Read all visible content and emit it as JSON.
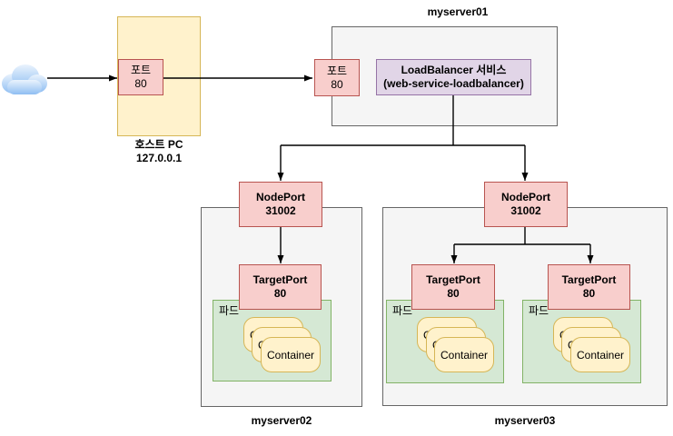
{
  "diagram": {
    "internet": {
      "icon": "cloud"
    },
    "host": {
      "title": "호스트 PC",
      "address": "127.0.0.1",
      "port": {
        "label": "포트",
        "value": "80"
      }
    },
    "server01": {
      "title": "myserver01",
      "port": {
        "label": "포트",
        "value": "80"
      },
      "loadbalancer": {
        "name": "LoadBalancer 서비스",
        "detail": "(web-service-loadbalancer)"
      }
    },
    "server02": {
      "title": "myserver02",
      "nodeport": {
        "label": "NodePort",
        "value": "31002"
      },
      "pods": [
        {
          "targetport": {
            "label": "TargetPort",
            "value": "80"
          },
          "pod_label": "파드",
          "container_label": "Container"
        }
      ]
    },
    "server03": {
      "title": "myserver03",
      "nodeport": {
        "label": "NodePort",
        "value": "31002"
      },
      "pods": [
        {
          "targetport": {
            "label": "TargetPort",
            "value": "80"
          },
          "pod_label": "파드",
          "container_label": "Container"
        },
        {
          "targetport": {
            "label": "TargetPort",
            "value": "80"
          },
          "pod_label": "파드",
          "container_label": "Container"
        }
      ]
    }
  },
  "colors": {
    "box_pink": "#F8CECC",
    "box_pink_border": "#B85450",
    "box_yellow": "#FFF2CC",
    "box_yellow_border": "#D6B656",
    "box_green": "#D5E8D4",
    "box_green_border": "#82B366",
    "box_purple": "#E1D5E7",
    "box_purple_border": "#9673A6",
    "server_fill": "#F5F5F5",
    "server_border": "#666666",
    "arrow": "#000000",
    "cloud_top": "#EAF3FD",
    "cloud_bottom": "#8FBEF2"
  }
}
